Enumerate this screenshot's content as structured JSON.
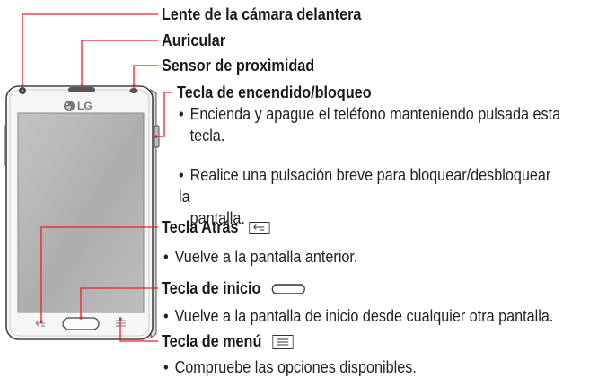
{
  "device": {
    "brand_logo": "LG",
    "icons": [
      "back-key-icon",
      "home-key-icon",
      "menu-key-icon",
      "camera-lens-icon",
      "earpiece-icon",
      "proximity-sensor-icon",
      "power-lock-key-icon"
    ]
  },
  "labels": {
    "front_camera": "Lente de la cámara delantera",
    "earpiece": "Auricular",
    "proximity_sensor": "Sensor de proximidad",
    "power_key": {
      "title": "Tecla de encendido/bloqueo",
      "bullets": [
        [
          "Encienda y apague el teléfono manteniendo pulsada esta",
          "tecla."
        ],
        [
          "Realice una pulsación breve para bloquear/desbloquear la",
          "pantalla."
        ]
      ]
    },
    "back_key": {
      "title": "Tecla Atrás",
      "bullet": "Vuelve a la pantalla anterior."
    },
    "home_key": {
      "title": "Tecla de inicio",
      "bullet": "Vuelve a la pantalla de inicio desde cualquier otra pantalla."
    },
    "menu_key": {
      "title": "Tecla de menú",
      "bullet": "Compruebe las opciones disponibles."
    }
  },
  "colors": {
    "accent_line": "#e8202a",
    "phone_body": "#f4f4f4",
    "screen": "#b5b5b5",
    "text": "#1a1a1a"
  }
}
